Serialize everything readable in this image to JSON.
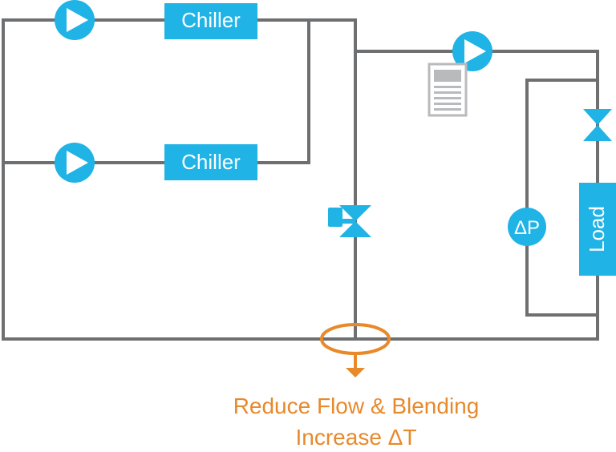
{
  "diagram": {
    "chiller_top_label": "Chiller",
    "chiller_bottom_label": "Chiller",
    "load_label": "Load",
    "dp_label": "ΔP",
    "caption_line1": "Reduce Flow & Blending",
    "caption_line2": "Increase ΔT"
  },
  "colors": {
    "pipe": "#6e6f71",
    "component": "#1fb3e6",
    "highlight": "#e8892a",
    "controller": "#b9babc"
  }
}
